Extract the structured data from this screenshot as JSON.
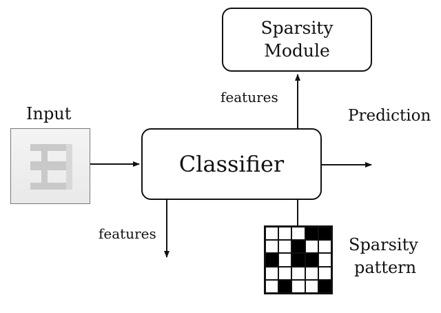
{
  "labels": {
    "input": "Input",
    "classifier": "Classifier",
    "sparsity_module_line1": "Sparsity",
    "sparsity_module_line2": "Module",
    "features_top": "features",
    "features_bottom": "features",
    "prediction": "Prediction",
    "sparsity_pattern_line1": "Sparsity",
    "sparsity_pattern_line2": "pattern"
  },
  "sparsity_pattern": [
    [
      0,
      0,
      0,
      1,
      1
    ],
    [
      0,
      0,
      1,
      0,
      0
    ],
    [
      1,
      0,
      1,
      1,
      0
    ],
    [
      0,
      0,
      0,
      0,
      0
    ],
    [
      0,
      1,
      0,
      0,
      1
    ]
  ],
  "colors": {
    "stroke": "#111111",
    "filled_cell": "#000000"
  }
}
